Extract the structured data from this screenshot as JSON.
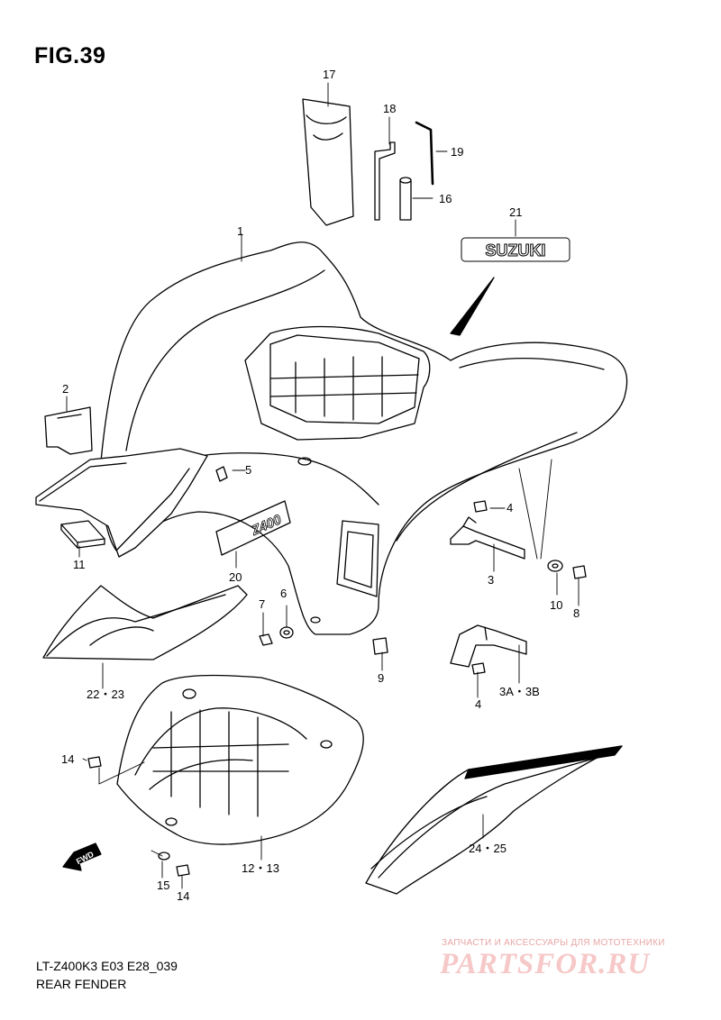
{
  "figure": {
    "title": "FIG.39",
    "model_code": "LT-Z400K3 E03 E28_039",
    "section_name": "REAR FENDER"
  },
  "callouts": {
    "c1": "1",
    "c2": "2",
    "c3": "3",
    "c3ab": "3A・3B",
    "c4a": "4",
    "c4b": "4",
    "c5": "5",
    "c6": "6",
    "c7": "7",
    "c8": "8",
    "c9": "9",
    "c10": "10",
    "c11": "11",
    "c1213": "12・13",
    "c14a": "14",
    "c14b": "14",
    "c15": "15",
    "c16": "16",
    "c17": "17",
    "c18": "18",
    "c19": "19",
    "c20": "20",
    "c21": "21",
    "c2223": "22・23",
    "c2425": "24・25"
  },
  "decal_text": {
    "suzuki": "SUZUKI",
    "z400": "Z400",
    "fwd": "FWD"
  },
  "watermark": {
    "tagline": "ЗАПЧАСТИ И АКСЕССУАРЫ ДЛЯ МОТОТЕХНИКИ",
    "site": "PARTSFOR.RU",
    "color": "#e8a6a6"
  }
}
